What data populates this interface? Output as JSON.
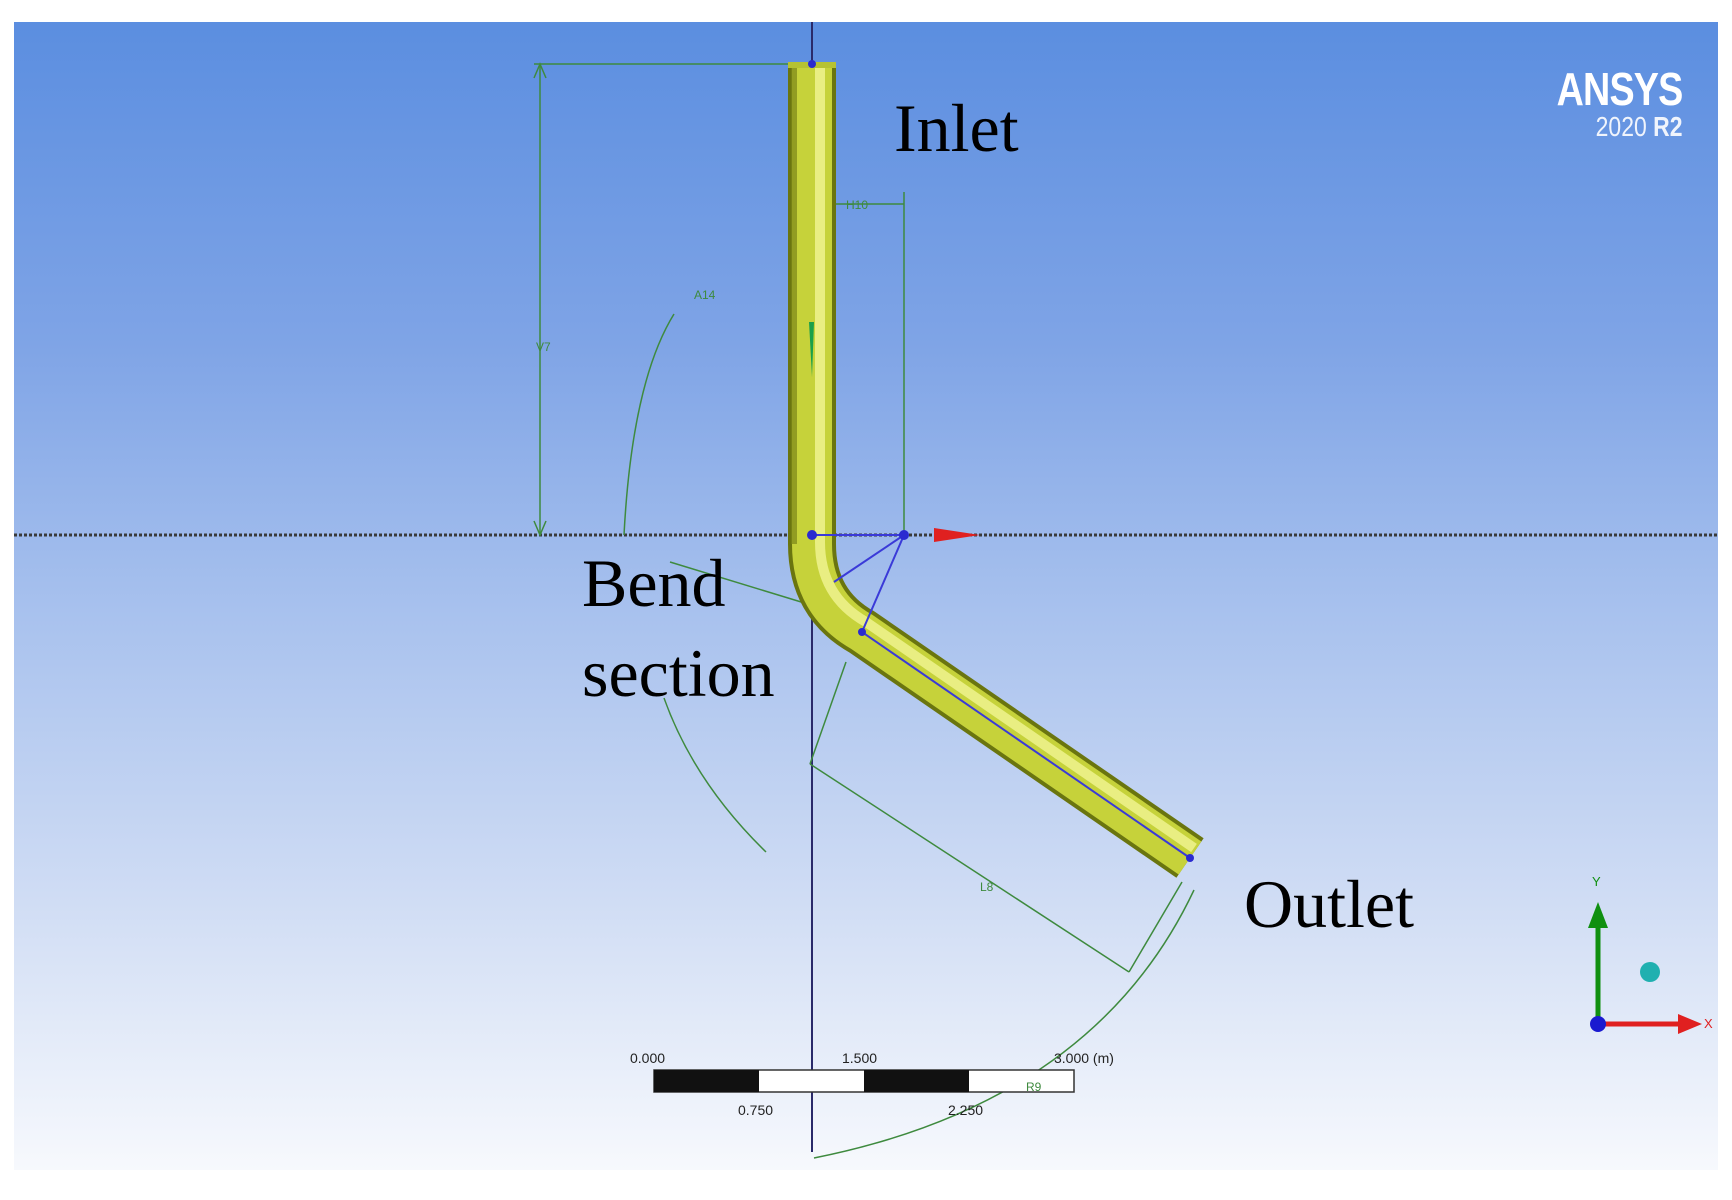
{
  "app": {
    "brand": "ANSYS",
    "version_year": "2020",
    "version_release": "R2"
  },
  "labels": {
    "inlet": "Inlet",
    "bend_line1": "Bend",
    "bend_line2": "section",
    "outlet": "Outlet"
  },
  "dimensions": {
    "vertical_length": "V7",
    "horizontal_offset": "H10",
    "angle": "A14",
    "outlet_length": "L8",
    "bend_radius": "R9"
  },
  "scale_bar": {
    "top_ticks": [
      "0.000",
      "1.500",
      "3.000 (m)"
    ],
    "bottom_ticks": [
      "0.750",
      "2.250"
    ]
  },
  "triad": {
    "x_label": "X",
    "y_label": "Y"
  },
  "colors": {
    "pipe": "#c6d23a",
    "dimension_lines": "#3e8a3e",
    "sketch_points": "#3a3ad8",
    "x_axis": "#e02020",
    "y_axis": "#109010"
  }
}
